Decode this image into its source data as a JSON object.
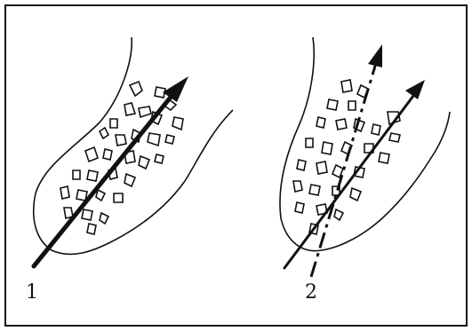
{
  "panels": [
    {
      "label": "1",
      "arrows": 1
    },
    {
      "label": "2",
      "arrows": 2
    }
  ],
  "colors": {
    "ink": "#111111",
    "paper": "#ffffff"
  }
}
